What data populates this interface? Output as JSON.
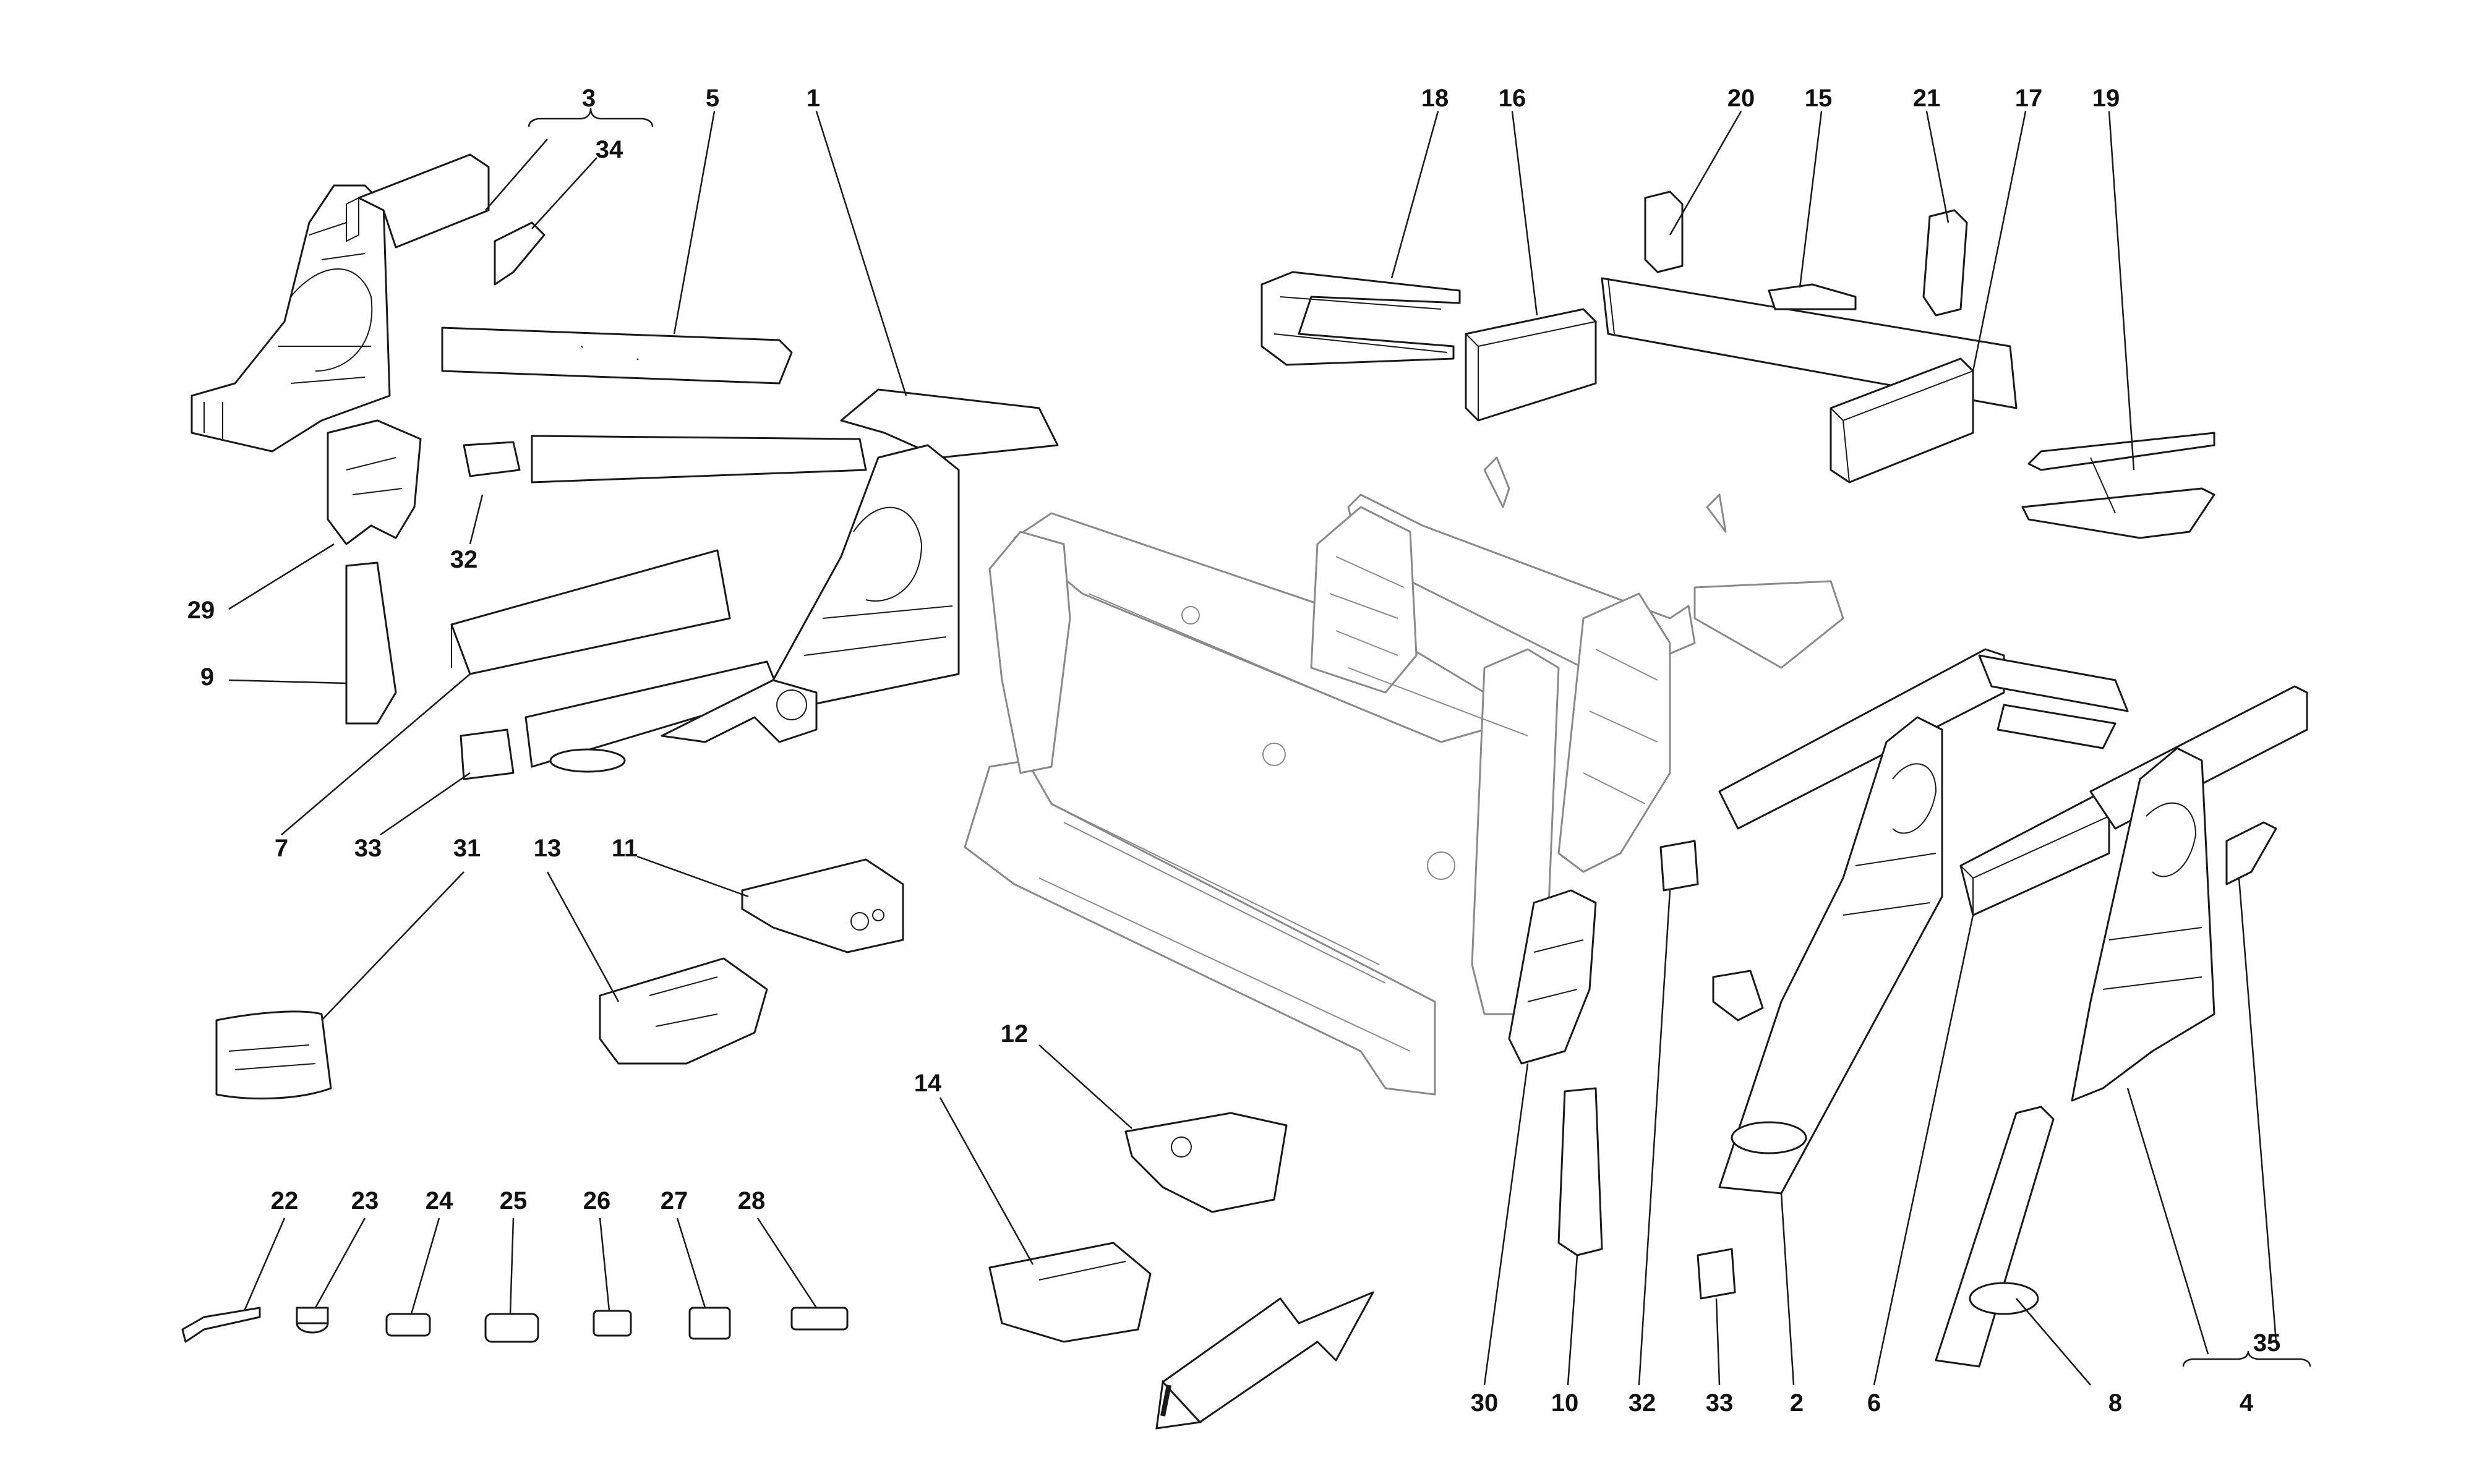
{
  "diagram": {
    "callouts": [
      {
        "id": "c1",
        "text": "1"
      },
      {
        "id": "c2",
        "text": "2"
      },
      {
        "id": "c3",
        "text": "3"
      },
      {
        "id": "c4",
        "text": "4"
      },
      {
        "id": "c5",
        "text": "5"
      },
      {
        "id": "c6",
        "text": "6"
      },
      {
        "id": "c7",
        "text": "7"
      },
      {
        "id": "c8",
        "text": "8"
      },
      {
        "id": "c9",
        "text": "9"
      },
      {
        "id": "c10",
        "text": "10"
      },
      {
        "id": "c11",
        "text": "11"
      },
      {
        "id": "c12",
        "text": "12"
      },
      {
        "id": "c13",
        "text": "13"
      },
      {
        "id": "c14",
        "text": "14"
      },
      {
        "id": "c15",
        "text": "15"
      },
      {
        "id": "c16",
        "text": "16"
      },
      {
        "id": "c17",
        "text": "17"
      },
      {
        "id": "c18",
        "text": "18"
      },
      {
        "id": "c19",
        "text": "19"
      },
      {
        "id": "c20",
        "text": "20"
      },
      {
        "id": "c21",
        "text": "21"
      },
      {
        "id": "c22",
        "text": "22"
      },
      {
        "id": "c23",
        "text": "23"
      },
      {
        "id": "c24",
        "text": "24"
      },
      {
        "id": "c25",
        "text": "25"
      },
      {
        "id": "c26",
        "text": "26"
      },
      {
        "id": "c27",
        "text": "27"
      },
      {
        "id": "c28",
        "text": "28"
      },
      {
        "id": "c29",
        "text": "29"
      },
      {
        "id": "c30",
        "text": "30"
      },
      {
        "id": "c31",
        "text": "31"
      },
      {
        "id": "c32a",
        "text": "32"
      },
      {
        "id": "c32b",
        "text": "32"
      },
      {
        "id": "c33a",
        "text": "33"
      },
      {
        "id": "c33b",
        "text": "33"
      },
      {
        "id": "c34",
        "text": "34"
      },
      {
        "id": "c35",
        "text": "35"
      }
    ]
  }
}
